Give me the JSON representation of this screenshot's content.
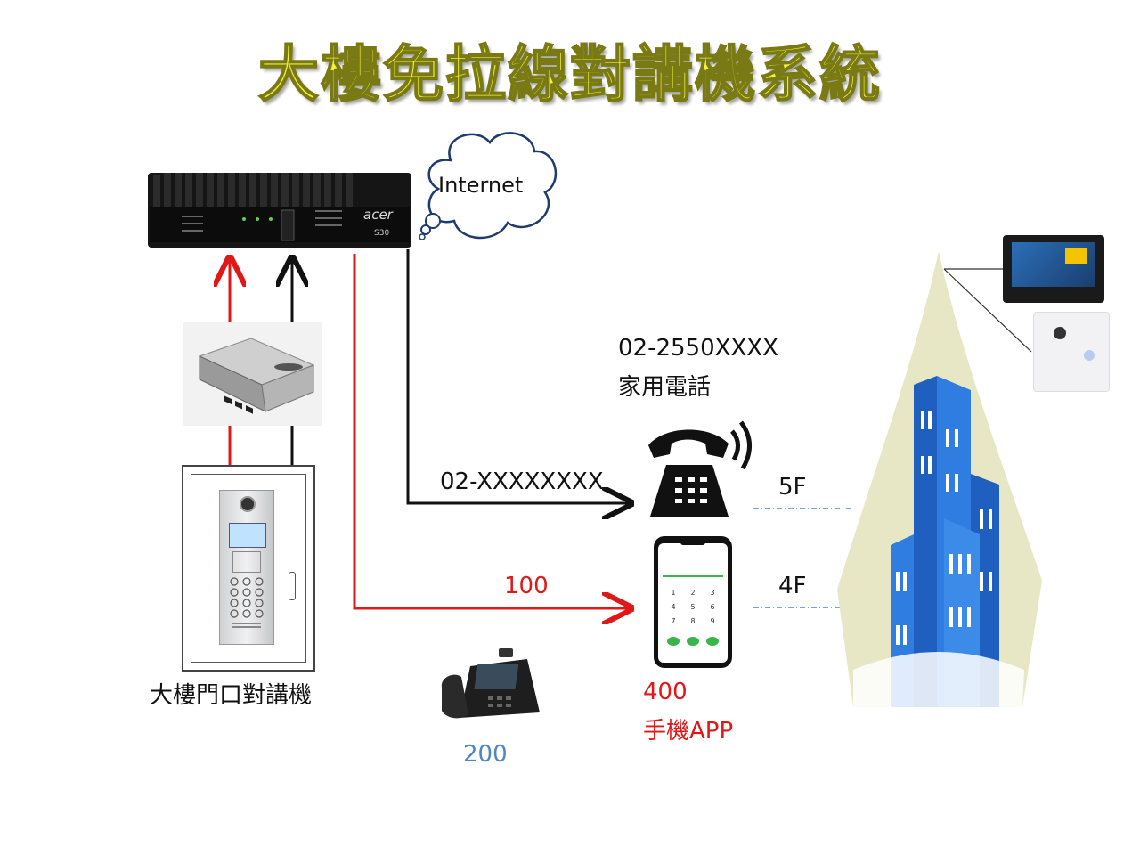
{
  "title": "大樓免拉線對講機系統",
  "router": {
    "brand": "acer",
    "model": "S30"
  },
  "cloud": {
    "label": "Internet"
  },
  "phone_number": "02-2550XXXX",
  "home_phone_label": "家用電話",
  "line_label": "02-XXXXXXXX",
  "red_line_label": "100",
  "floors": [
    "5F",
    "4F"
  ],
  "mobile": {
    "ext": "400",
    "label": "手機APP"
  },
  "ip_phone": {
    "ext": "200"
  },
  "door_unit_label": "大樓門口對講機",
  "colors": {
    "title": "#f3f23a",
    "red": "#e01818",
    "blue": "#4f86c0",
    "building": "#2f7de0"
  }
}
